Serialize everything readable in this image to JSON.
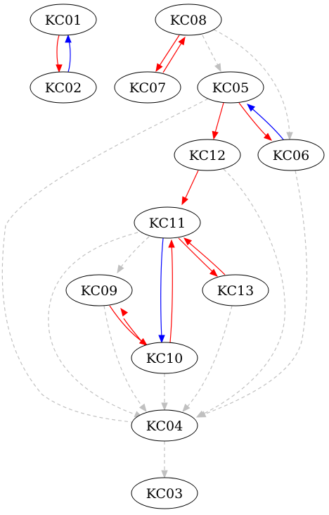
{
  "colors": {
    "red": "#ff0000",
    "blue": "#0000ff",
    "gray": "#c0c0c0"
  },
  "nodes": {
    "KC01": "KC01",
    "KC02": "KC02",
    "KC08": "KC08",
    "KC07": "KC07",
    "KC05": "KC05",
    "KC12": "KC12",
    "KC06": "KC06",
    "KC11": "KC11",
    "KC09": "KC09",
    "KC13": "KC13",
    "KC10": "KC10",
    "KC04": "KC04",
    "KC03": "KC03"
  },
  "edges": [
    {
      "from": "KC01",
      "to": "KC02",
      "color": "red",
      "style": "solid"
    },
    {
      "from": "KC02",
      "to": "KC01",
      "color": "blue",
      "style": "solid"
    },
    {
      "from": "KC08",
      "to": "KC07",
      "color": "red",
      "style": "solid"
    },
    {
      "from": "KC07",
      "to": "KC08",
      "color": "red",
      "style": "solid"
    },
    {
      "from": "KC08",
      "to": "KC05",
      "color": "gray",
      "style": "dashed"
    },
    {
      "from": "KC08",
      "to": "KC06",
      "color": "gray",
      "style": "dashed"
    },
    {
      "from": "KC05",
      "to": "KC12",
      "color": "red",
      "style": "solid"
    },
    {
      "from": "KC05",
      "to": "KC06",
      "color": "red",
      "style": "solid"
    },
    {
      "from": "KC06",
      "to": "KC05",
      "color": "blue",
      "style": "solid"
    },
    {
      "from": "KC05",
      "to": "KC04",
      "color": "gray",
      "style": "dashed"
    },
    {
      "from": "KC12",
      "to": "KC11",
      "color": "red",
      "style": "solid"
    },
    {
      "from": "KC12",
      "to": "KC04",
      "color": "gray",
      "style": "dashed"
    },
    {
      "from": "KC06",
      "to": "KC04",
      "color": "gray",
      "style": "dashed"
    },
    {
      "from": "KC11",
      "to": "KC09",
      "color": "gray",
      "style": "dashed"
    },
    {
      "from": "KC11",
      "to": "KC10",
      "color": "blue",
      "style": "solid"
    },
    {
      "from": "KC10",
      "to": "KC11",
      "color": "red",
      "style": "solid"
    },
    {
      "from": "KC11",
      "to": "KC13",
      "color": "red",
      "style": "solid"
    },
    {
      "from": "KC13",
      "to": "KC11",
      "color": "red",
      "style": "solid"
    },
    {
      "from": "KC11",
      "to": "KC04",
      "color": "gray",
      "style": "dashed"
    },
    {
      "from": "KC10",
      "to": "KC09",
      "color": "red",
      "style": "solid"
    },
    {
      "from": "KC09",
      "to": "KC10",
      "color": "red",
      "style": "solid"
    },
    {
      "from": "KC09",
      "to": "KC04",
      "color": "gray",
      "style": "dashed"
    },
    {
      "from": "KC10",
      "to": "KC04",
      "color": "gray",
      "style": "dashed"
    },
    {
      "from": "KC13",
      "to": "KC04",
      "color": "gray",
      "style": "dashed"
    },
    {
      "from": "KC04",
      "to": "KC03",
      "color": "gray",
      "style": "dashed"
    }
  ]
}
